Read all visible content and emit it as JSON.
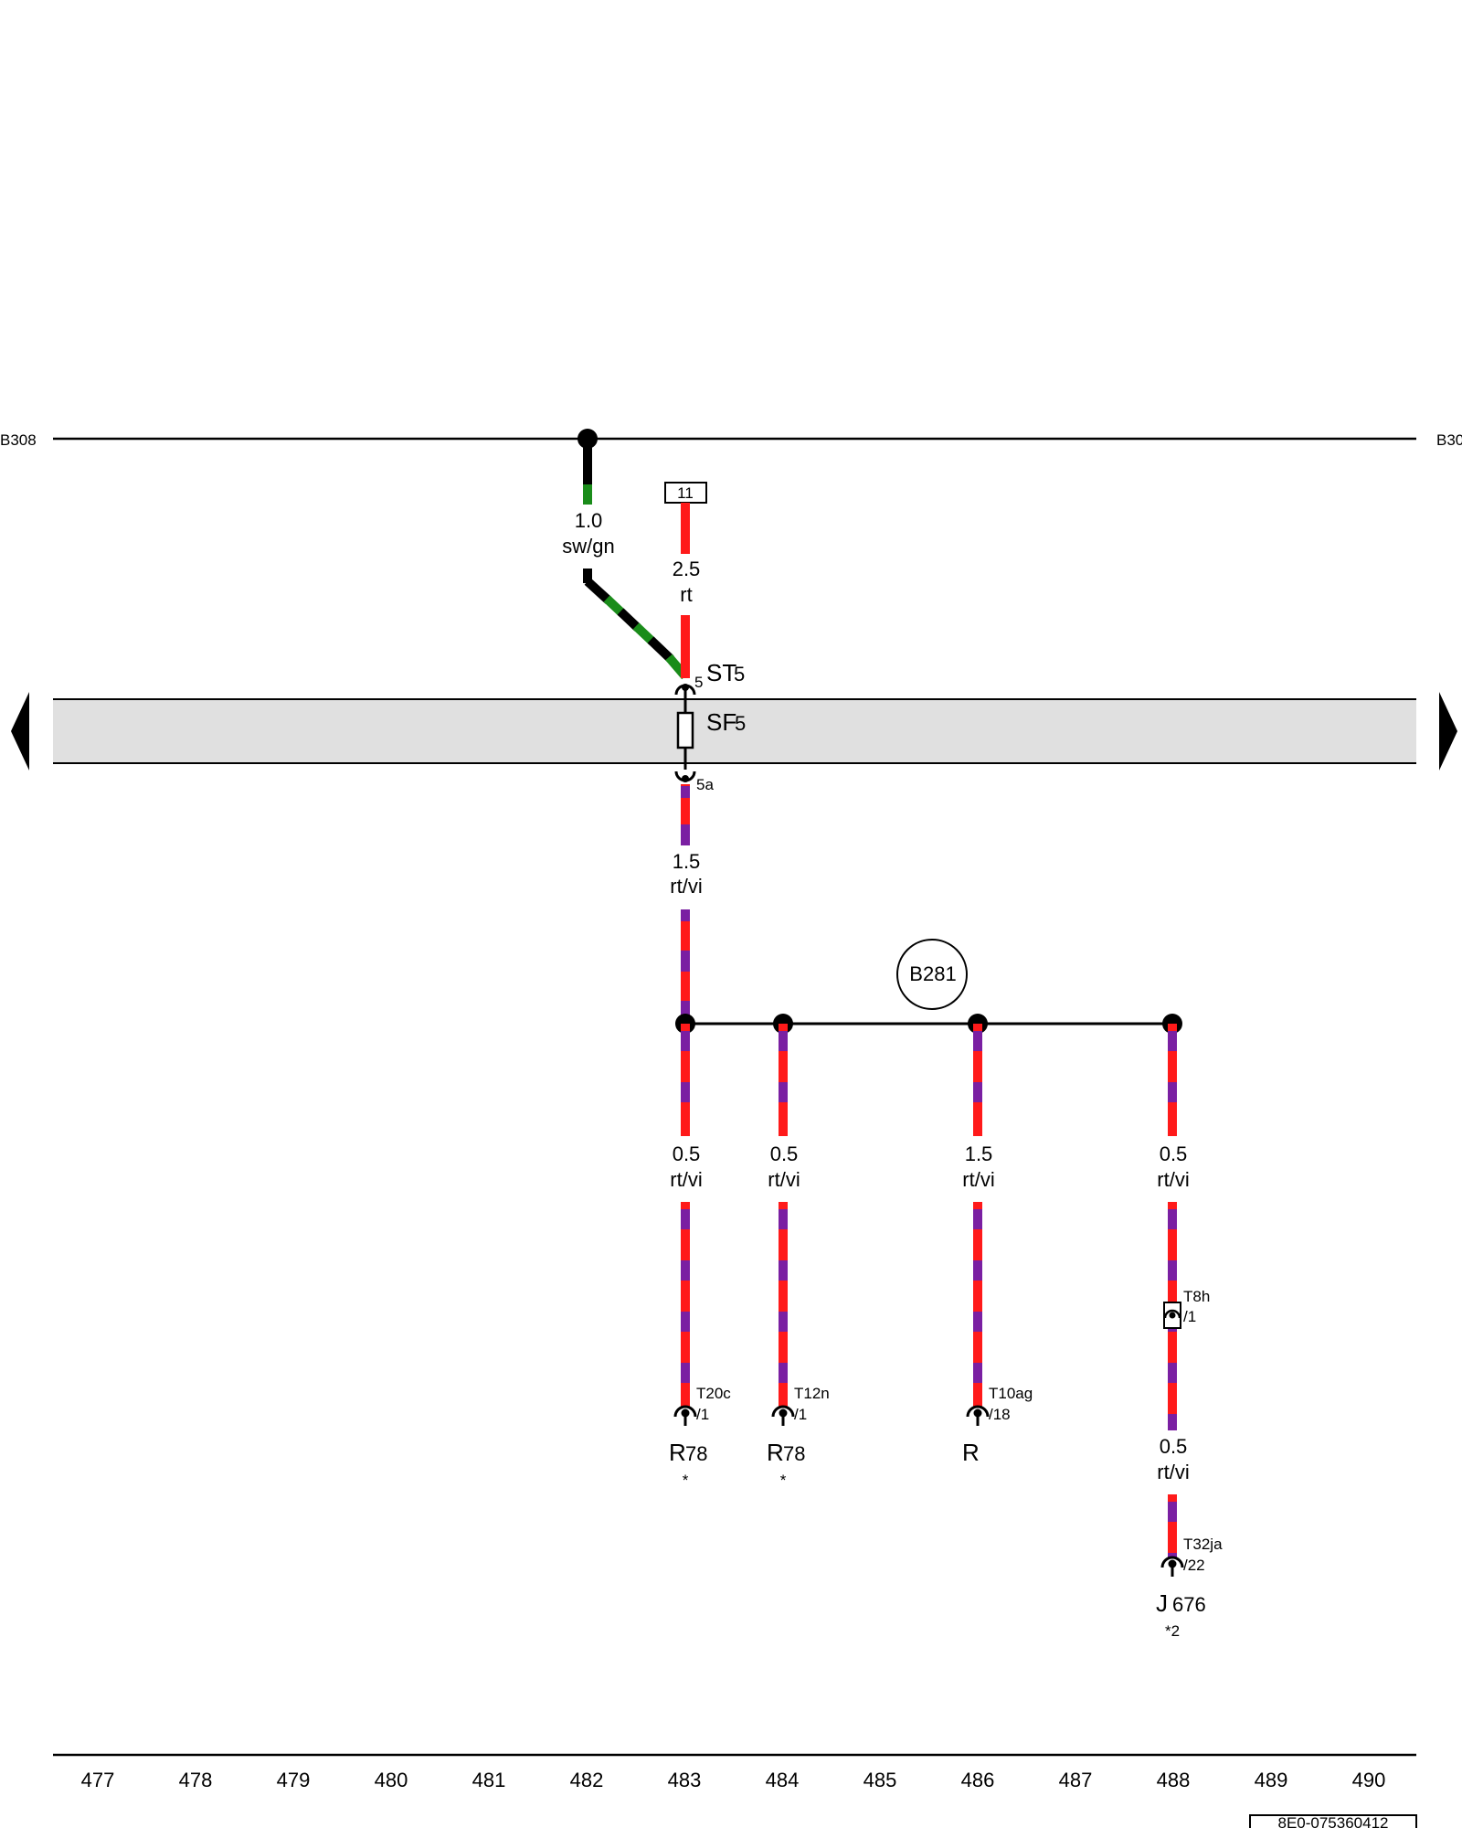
{
  "bus": {
    "left_label": "B308",
    "right_label": "B30"
  },
  "fuse_box": {
    "fuse_name": "SF",
    "fuse_sub": "5",
    "terminal_name": "ST",
    "terminal_sub": "5",
    "terminal_in_pin": "5",
    "terminal_out_pin": "5a"
  },
  "feed_wire": {
    "size": "1.0",
    "color": "sw/gn"
  },
  "supply_wire": {
    "box": "11",
    "size": "2.5",
    "color": "rt"
  },
  "main_wire": {
    "size": "1.5",
    "color": "rt/vi"
  },
  "splice": {
    "label": "B281"
  },
  "branches": [
    {
      "size": "0.5",
      "color": "rt/vi",
      "connector": "T20c",
      "pin": "/1",
      "component": "R",
      "component_sub": "78",
      "note": "*"
    },
    {
      "size": "0.5",
      "color": "rt/vi",
      "connector": "T12n",
      "pin": "/1",
      "component": "R",
      "component_sub": "78",
      "note": "*"
    },
    {
      "size": "1.5",
      "color": "rt/vi",
      "connector": "T10ag",
      "pin": "/18",
      "component": "R",
      "component_sub": "",
      "note": ""
    },
    {
      "size": "0.5",
      "color": "rt/vi",
      "connector": "T32ja",
      "pin": "/22",
      "component": "J",
      "component_sub": "676",
      "note": "*2",
      "inline_connector": "T8h",
      "inline_pin": "/1",
      "second_size": "0.5",
      "second_color": "rt/vi"
    }
  ],
  "scale": [
    "477",
    "478",
    "479",
    "480",
    "481",
    "482",
    "483",
    "484",
    "485",
    "486",
    "487",
    "488",
    "489",
    "490"
  ],
  "doc_id": "8E0-075360412",
  "colors": {
    "red": "#ff1a1a",
    "violet": "#7a1fa2",
    "black": "#000000",
    "green": "#1a8c1a",
    "band": "#e0e0e0"
  }
}
